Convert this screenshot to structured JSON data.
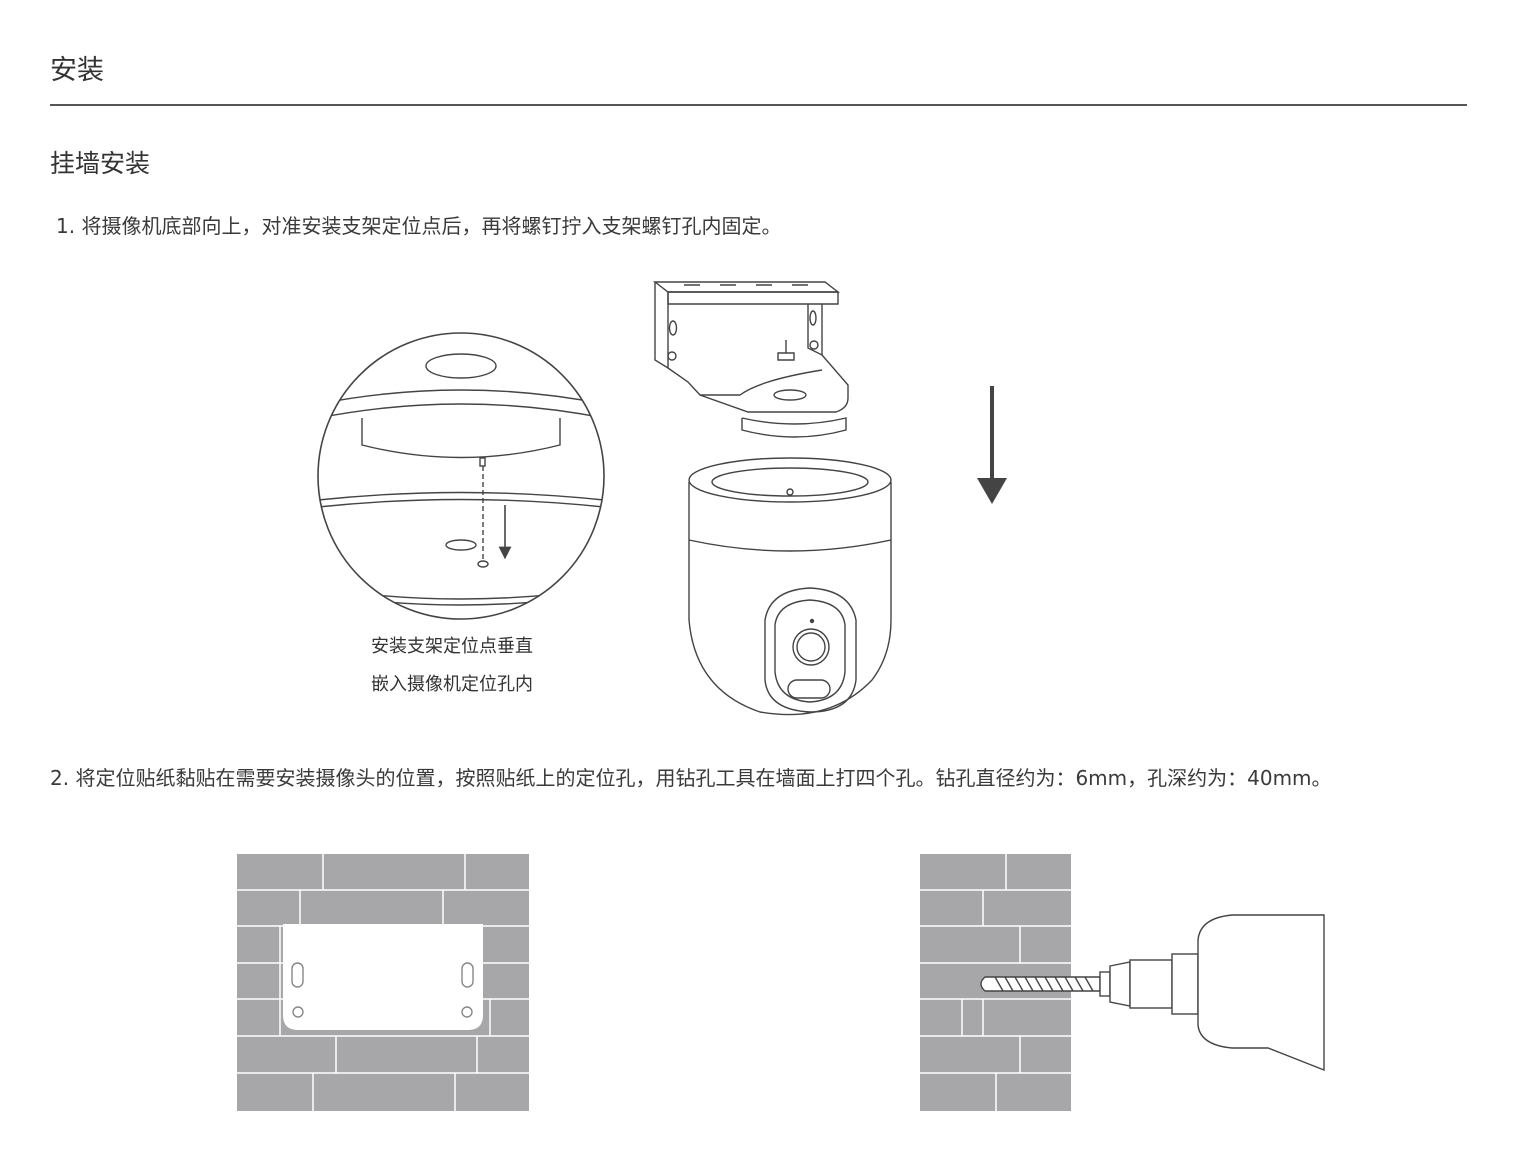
{
  "section": {
    "title": "安装"
  },
  "subsection": {
    "title": "挂墙安装"
  },
  "steps": [
    {
      "text": "1. 将摄像机底部向上，对准安装支架定位点后，再将螺钉拧入支架螺钉孔内固定。"
    },
    {
      "text": "2. 将定位贴纸黏贴在需要安装摄像头的位置，按照贴纸上的定位孔，用钻孔工具在墙面上打四个孔。钻孔直径约为：6mm，孔深约为：40mm。"
    }
  ],
  "figure1": {
    "caption_line1": "安装支架定位点垂直",
    "caption_line2": "嵌入摄像机定位孔内"
  },
  "colors": {
    "brick": "#a7a7a9",
    "mortar": "#ffffff",
    "line": "#444444",
    "text": "#3a3a3a"
  }
}
